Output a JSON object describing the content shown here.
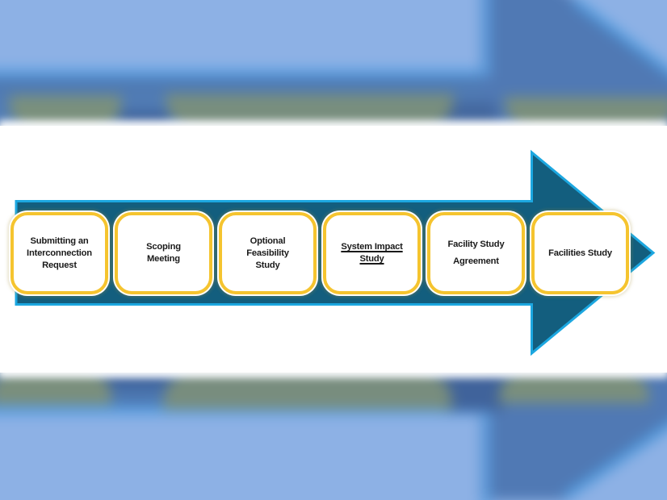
{
  "diagram": {
    "type": "process-flow-arrow",
    "description_steps_count": 6
  },
  "steps": [
    {
      "label": "Submitting an\nInterconnection\nRequest",
      "underlined": false,
      "extra_line_spacing": false
    },
    {
      "label": "Scoping\nMeeting",
      "underlined": false,
      "extra_line_spacing": false
    },
    {
      "label": "Optional\nFeasibility\nStudy",
      "underlined": false,
      "extra_line_spacing": false
    },
    {
      "label": "System Impact\nStudy",
      "underlined": true,
      "extra_line_spacing": false
    },
    {
      "label": "Facility Study\nAgreement",
      "underlined": false,
      "extra_line_spacing": true
    },
    {
      "label": "Facilities Study",
      "underlined": false,
      "extra_line_spacing": false
    }
  ],
  "colors": {
    "arrow_fill": "#135E7E",
    "arrow_outline": "#1CA7E0",
    "box_border": "#F5C42F",
    "box_fill": "#FFFFFF",
    "text": "#1A1A1A",
    "panel": "#FFFFFF",
    "bg_light": "#8DB1E5",
    "bg_band": "#4E79B2",
    "bg_accent_line": "#5C9FE1",
    "bg_blob_olive": "#7E9178"
  }
}
